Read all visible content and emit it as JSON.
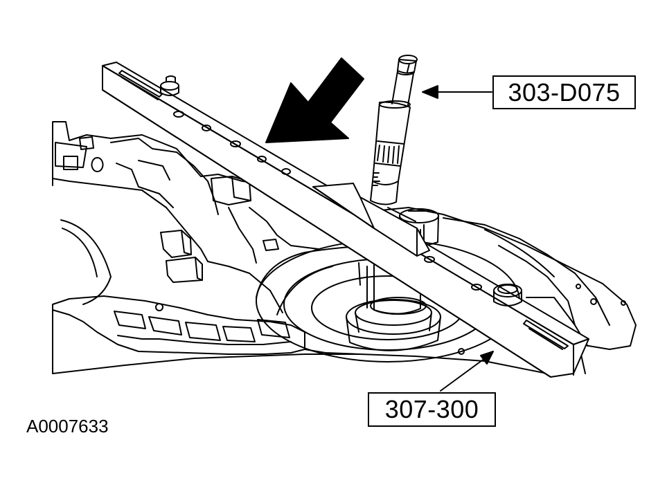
{
  "callouts": {
    "micrometer_tool": "303-D075",
    "gauge_bar_tool": "307-300"
  },
  "figure_id": "A0007633",
  "colors": {
    "line": "#000000",
    "background": "#ffffff"
  }
}
